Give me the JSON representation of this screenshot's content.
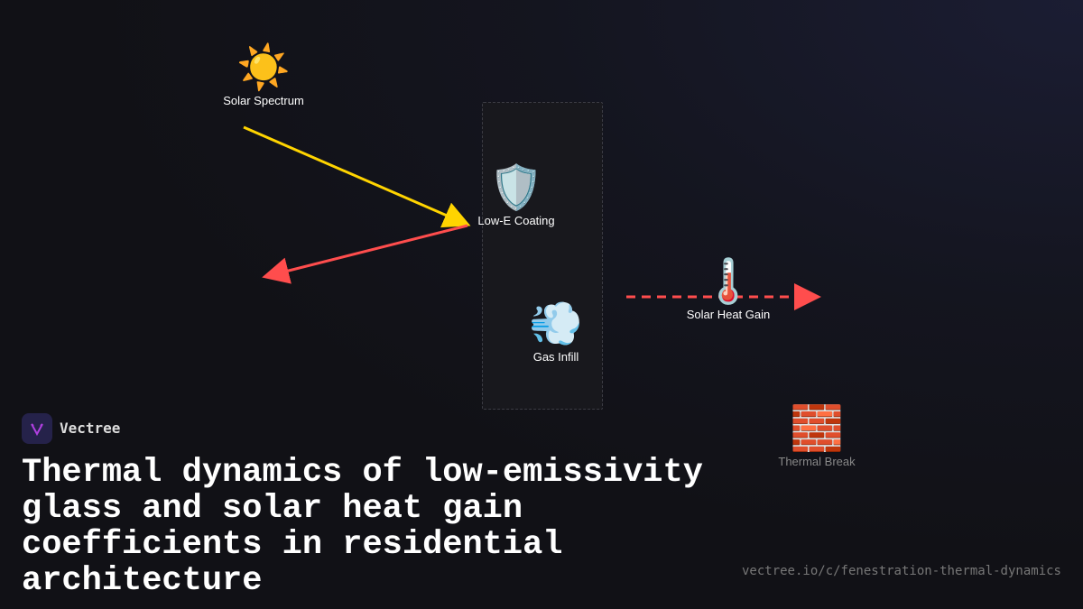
{
  "nodes": {
    "sun": {
      "icon": "☀️",
      "label": "Solar Spectrum"
    },
    "lowe": {
      "icon": "🛡️",
      "label": "Low-E Coating"
    },
    "gas": {
      "icon": "💨",
      "label": "Gas Infill"
    },
    "heat": {
      "icon": "🌡️",
      "label": "Solar Heat Gain"
    },
    "brick": {
      "icon": "🧱",
      "label": "Thermal Break"
    }
  },
  "colors": {
    "incoming": "#ffd400",
    "reflected": "#ff4d4d",
    "heat": "#ff4d4d"
  },
  "brand": "Vectree",
  "title": "Thermal dynamics of low-emissivity glass and solar heat gain coefficients in residential architecture",
  "url": "vectree.io/c/fenestration-thermal-dynamics"
}
